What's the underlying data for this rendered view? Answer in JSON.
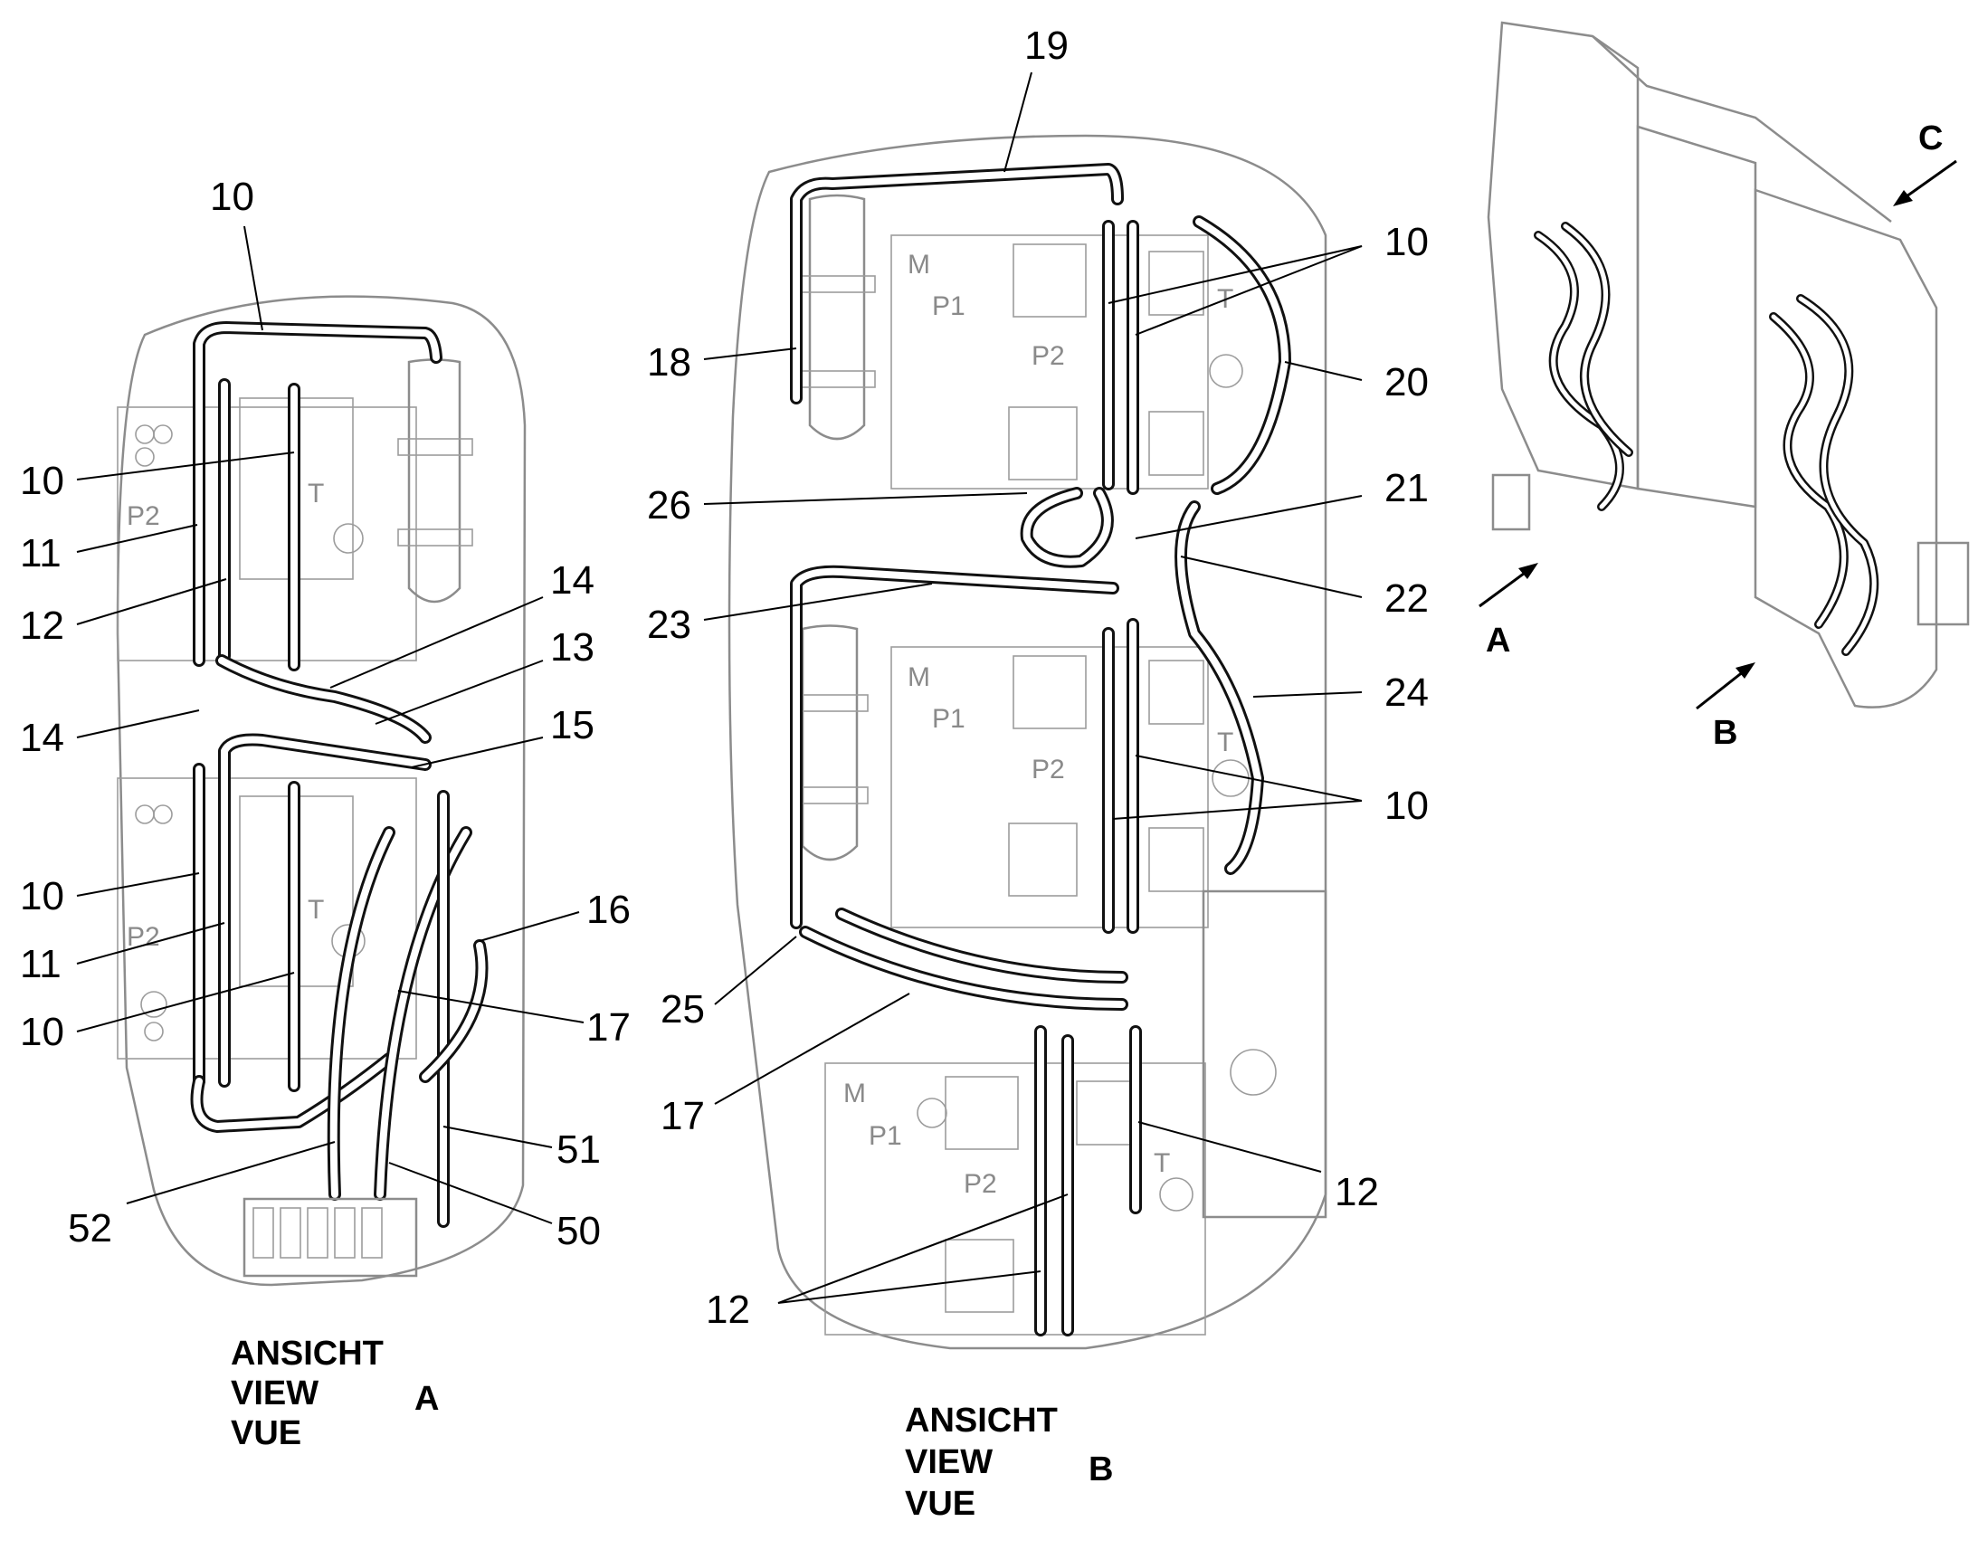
{
  "views": {
    "a": {
      "caption_lines": [
        "ANSICHT",
        "VIEW",
        "VUE"
      ],
      "letter": "A",
      "plate_labels": [
        "P2",
        "T",
        "P2",
        "T"
      ],
      "callouts": [
        "10",
        "10",
        "11",
        "12",
        "14",
        "13",
        "14",
        "15",
        "10",
        "11",
        "10",
        "16",
        "17",
        "51",
        "52",
        "50"
      ]
    },
    "b": {
      "caption_lines": [
        "ANSICHT",
        "VIEW",
        "VUE"
      ],
      "letter": "B",
      "plate_labels": [
        "M",
        "P1",
        "P2",
        "T",
        "M",
        "P1",
        "P2",
        "T",
        "M",
        "P1",
        "P2",
        "T"
      ],
      "callouts": [
        "19",
        "10",
        "18",
        "20",
        "26",
        "21",
        "22",
        "23",
        "24",
        "10",
        "25",
        "17",
        "12",
        "12"
      ]
    },
    "iso": {
      "arrows": [
        "A",
        "B",
        "C"
      ]
    }
  }
}
